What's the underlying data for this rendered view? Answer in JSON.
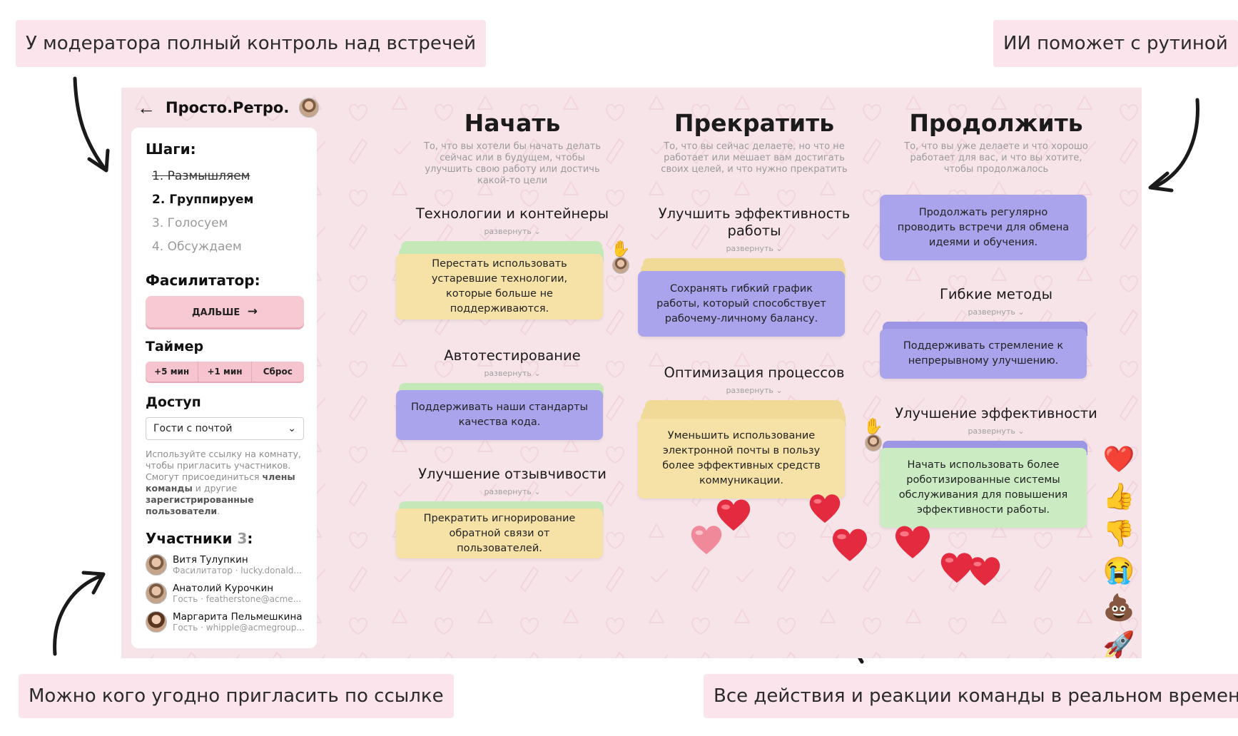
{
  "callouts": {
    "top_left": "У модератора полный контроль над встречей",
    "top_right": "ИИ поможет с рутиной",
    "bottom_left": "Можно кого угодно пригласить по ссылке",
    "bottom_right": "Все действия и реакции команды в реальном времени"
  },
  "header": {
    "logo": "Просто.Ретро.",
    "back_icon": "arrow-left-icon"
  },
  "sidebar": {
    "steps_title": "Шаги:",
    "steps": [
      "1. Размышляем",
      "2. Группируем",
      "3. Голосуем",
      "4. Обсуждаем"
    ],
    "facilitator_title": "Фасилитатор:",
    "next_button": "ДАЛЬШЕ",
    "timer_title": "Таймер",
    "timer_buttons": [
      "+5 мин",
      "+1 мин",
      "Сброс"
    ],
    "access_title": "Доступ",
    "access_value": "Гости с почтой",
    "access_hint_1": "Используйте ссылку на комнату, чтобы пригласить участников. Смогут присоединиться ",
    "access_hint_b1": "члены команды",
    "access_hint_2": " и другие ",
    "access_hint_b2": "зарегистрированные пользователи",
    "access_hint_3": ".",
    "participants_title": "Участники",
    "participants_count": "3",
    "participants_colon": ":",
    "participants": [
      {
        "name": "Витя Тулупкин",
        "sub": "Фасилитатор · lucky.donald..."
      },
      {
        "name": "Анатолий Курочкин",
        "sub": "Гость · featherstone@acme..."
      },
      {
        "name": "Маргарита Пельмешкина",
        "sub": "Гость · whipple@acmegroup..."
      }
    ]
  },
  "columns": [
    {
      "title": "Начать",
      "desc": "То, что вы хотели бы начать делать сейчас или в будущем, чтобы улучшить свою работу или достичь какой-то цели"
    },
    {
      "title": "Прекратить",
      "desc": "То, что вы сейчас делаете, но что не работает или мешает вам достигать своих целей, и что нужно прекратить"
    },
    {
      "title": "Продолжить",
      "desc": "То, что вы уже делаете и что хорошо работает для вас, и что вы хотите, чтобы продолжалось"
    }
  ],
  "expand_label": "развернуть ⌄",
  "groups": {
    "g1": {
      "title": "Технологии и контейнеры",
      "card": "Перестать использовать устаревшие технологии, которые больше не поддерживаются."
    },
    "g2": {
      "title": "Автотестирование",
      "card": "Поддерживать наши стандарты качества кода."
    },
    "g3": {
      "title": "Улучшение отзывчивости",
      "card": "Прекратить игнорирование обратной связи от пользователей."
    },
    "g4": {
      "title": "Улучшить эффективность работы",
      "card": "Сохранять гибкий график работы, который способствует рабочему-личному балансу."
    },
    "g5": {
      "title": "Оптимизация процессов",
      "card": "Уменьшить использование электронной почты в пользу более эффективных средств коммуникации."
    },
    "c6": {
      "card": "Продолжать регулярно проводить встречи для обмена идеями и обучения."
    },
    "g7": {
      "title": "Гибкие методы",
      "card": "Поддерживать стремление к непрерывному улучшению."
    },
    "g8": {
      "title": "Улучшение эффективности",
      "card": "Начать использовать более роботизированные системы обслуживания для повышения эффективности работы."
    }
  },
  "reactions": [
    "❤️",
    "👍",
    "👎",
    "😭",
    "💩",
    "🚀"
  ],
  "heart_color": "#e5283e",
  "accent_pink": "#f7c9d3"
}
